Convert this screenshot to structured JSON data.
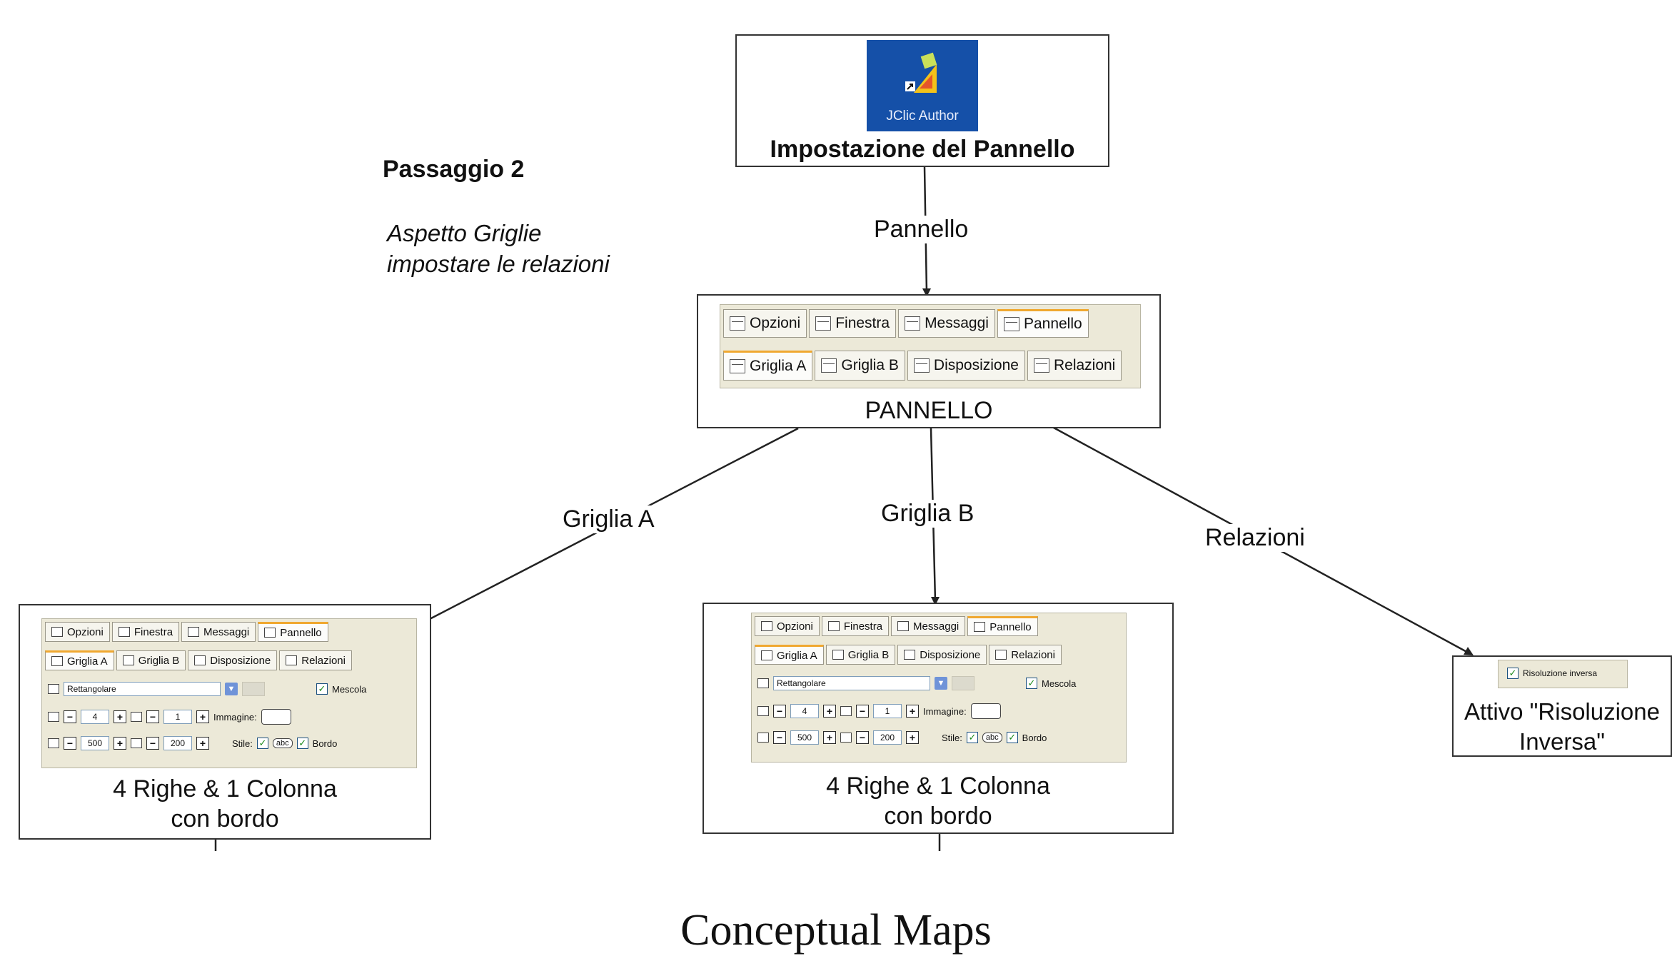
{
  "step": {
    "title": "Passaggio 2",
    "subtitle_line1": "Aspetto Griglie",
    "subtitle_line2": "impostare le relazioni"
  },
  "root": {
    "icon_label": "JClic Author",
    "caption": "Impostazione del Pannello"
  },
  "edges": {
    "root_to_panel": "Pannello",
    "panel_to_grid_a": "Griglia A",
    "panel_to_grid_b": "Griglia B",
    "panel_to_relations": "Relazioni"
  },
  "panel": {
    "tabs": [
      "Opzioni",
      "Finestra",
      "Messaggi",
      "Pannello"
    ],
    "subtabs": [
      "Griglia A",
      "Griglia B",
      "Disposizione",
      "Relazioni"
    ],
    "caption": "PANNELLO"
  },
  "grid_form": {
    "shape": "Rettangolare",
    "shuffle_label": "Mescola",
    "rows": "4",
    "cols": "1",
    "image_label": "Immagine:",
    "width": "500",
    "height": "200",
    "style_label": "Stile:",
    "style_value": "abc",
    "border_label": "Bordo"
  },
  "grid_a": {
    "caption_line1": "4 Righe & 1 Colonna",
    "caption_line2": "con bordo"
  },
  "grid_b": {
    "caption_line1": "4 Righe & 1 Colonna",
    "caption_line2": "con bordo"
  },
  "relations": {
    "checkbox_label": "Risoluzione inversa",
    "caption_line1": "Attivo \"Risoluzione",
    "caption_line2": "Inversa\""
  },
  "footer": "Conceptual Maps",
  "colors": {
    "icon_bg": "#1550a8",
    "panel_bg": "#ece9d8",
    "active_tab_accent": "#f0a830"
  }
}
